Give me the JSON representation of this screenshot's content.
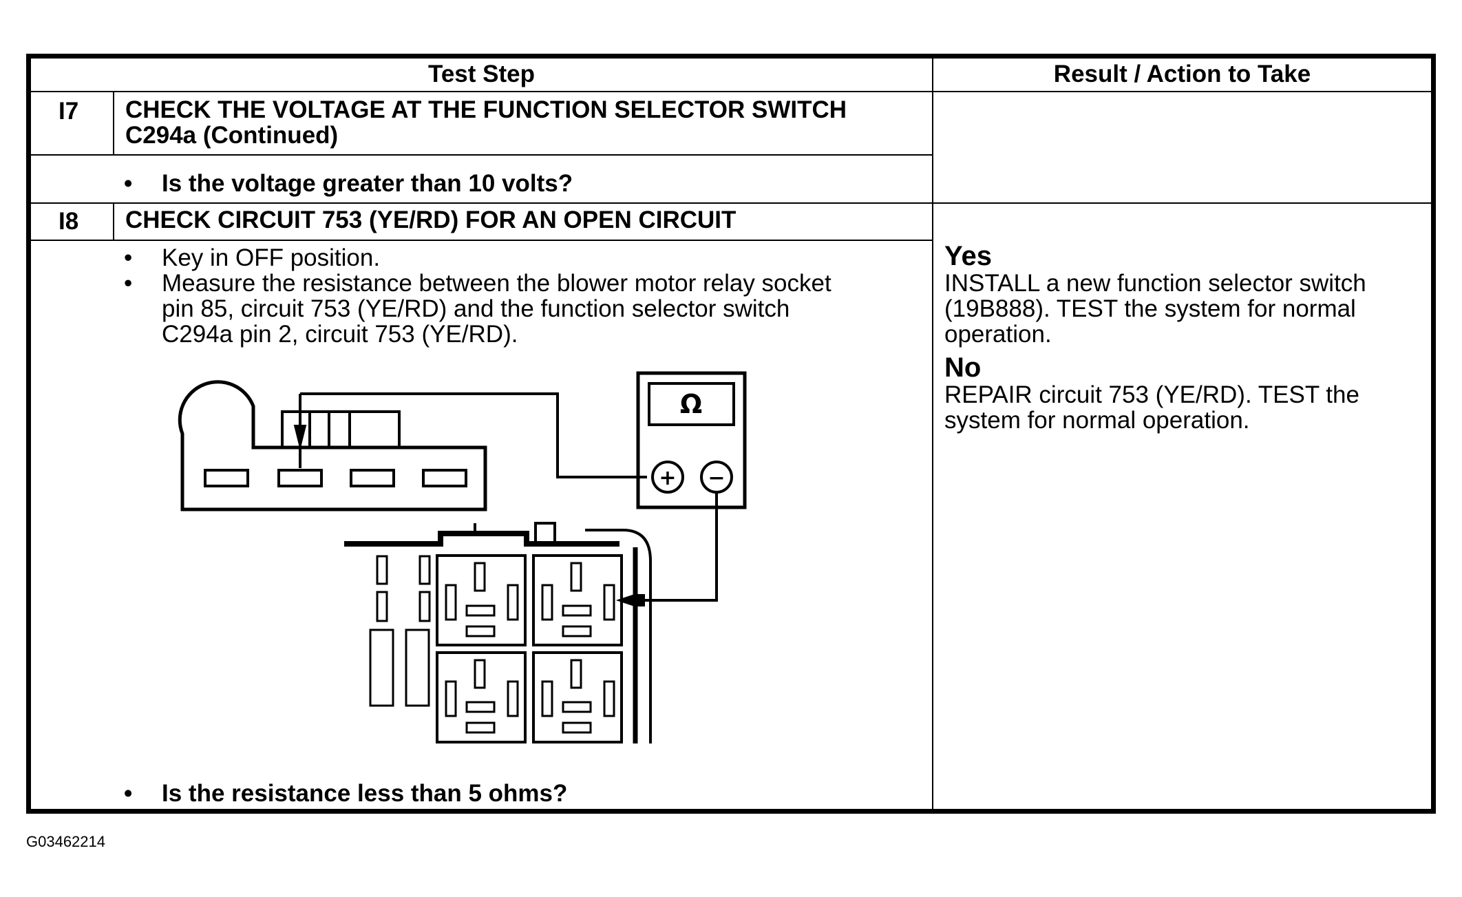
{
  "table": {
    "headers": {
      "test_step": "Test Step",
      "result": "Result / Action to Take"
    },
    "rows": [
      {
        "step": "I7",
        "title_line1": "CHECK THE VOLTAGE AT THE FUNCTION SELECTOR SWITCH",
        "title_line2": "C294a (Continued)",
        "question": "Is the voltage greater than 10 volts?"
      },
      {
        "step": "I8",
        "title": "CHECK CIRCUIT 753 (YE/RD) FOR AN OPEN CIRCUIT",
        "bullets": [
          "Key in OFF position.",
          "Measure the resistance between the blower motor relay socket",
          "pin 85, circuit 753 (YE/RD) and the function selector switch",
          "C294a pin 2, circuit 753 (YE/RD)."
        ],
        "question": "Is the resistance less than 5 ohms?",
        "yes_label": "Yes",
        "yes_lines": [
          "INSTALL a new function selector switch",
          "(19B888). TEST the system for normal",
          "operation."
        ],
        "no_label": "No",
        "no_lines": [
          "REPAIR circuit 753 (YE/RD). TEST the",
          "system for normal operation."
        ]
      }
    ]
  },
  "diagram": {
    "meter_symbol": "Ω",
    "plus_symbol": "+",
    "minus_symbol": "−"
  },
  "bullet_char": "•",
  "figure_id": "G03462214"
}
